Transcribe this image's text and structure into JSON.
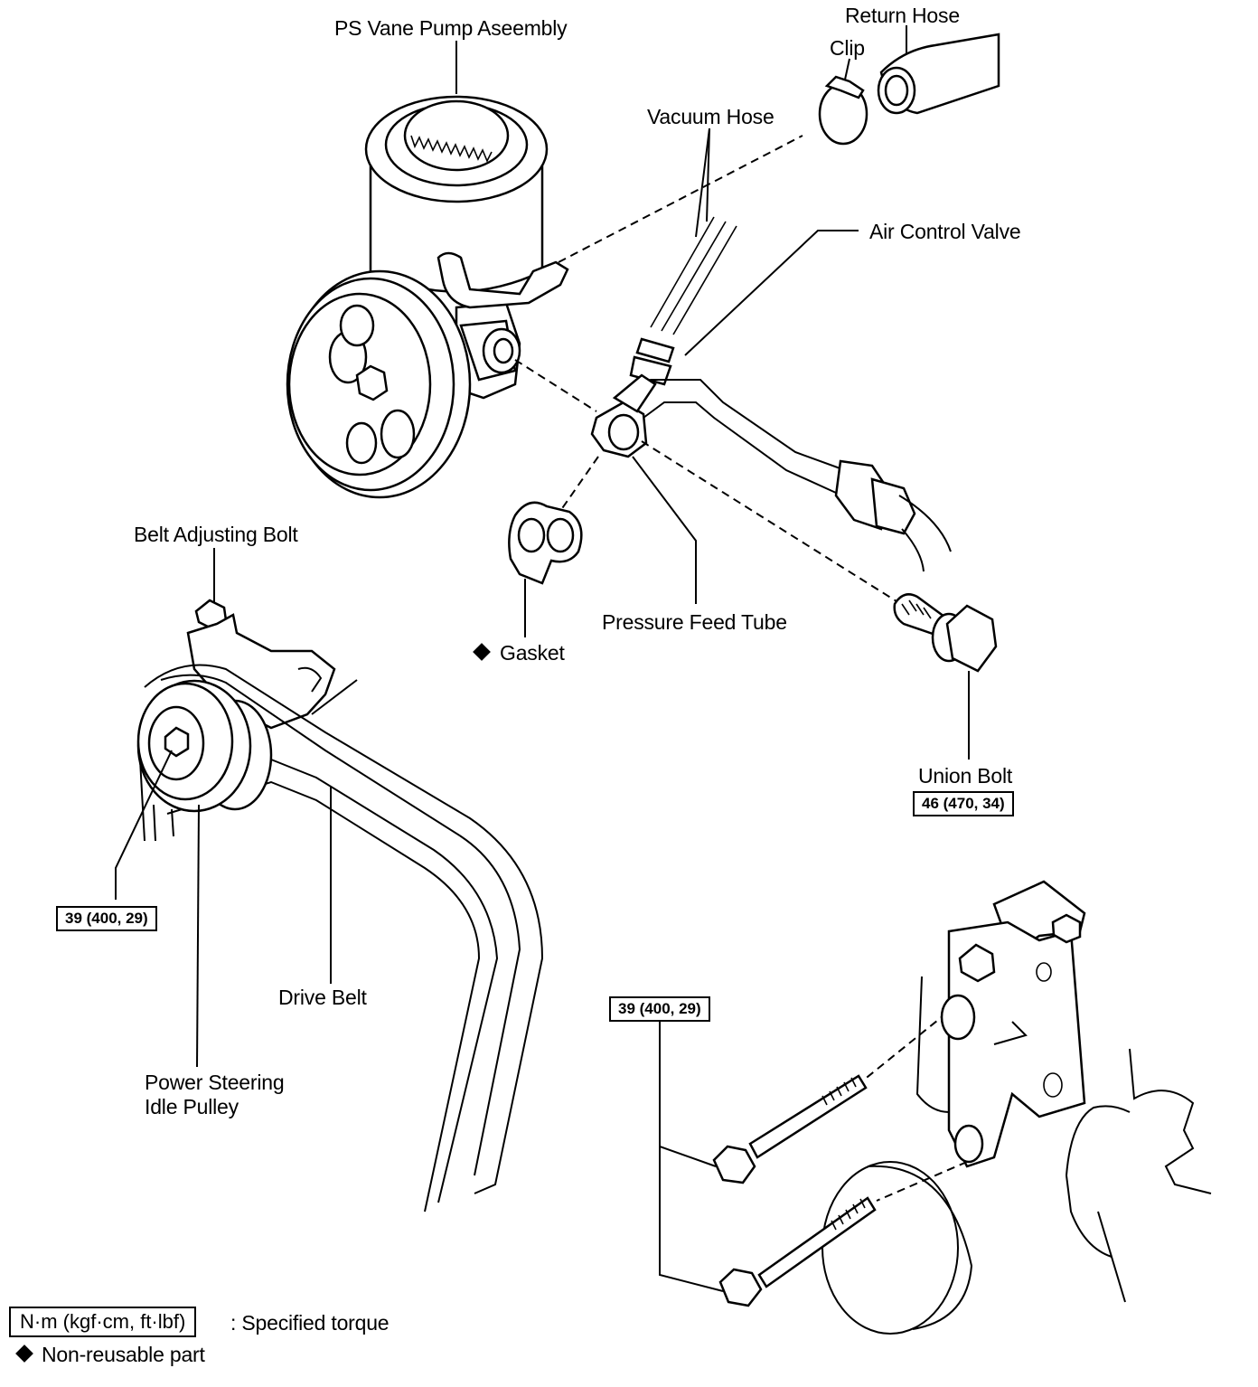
{
  "labels": {
    "ps_vane_pump": "PS Vane Pump Aseembly",
    "return_hose": "Return Hose",
    "clip": "Clip",
    "vacuum_hose": "Vacuum Hose",
    "air_control_valve": "Air Control Valve",
    "belt_adjusting_bolt": "Belt Adjusting Bolt",
    "gasket": "Gasket",
    "pressure_feed_tube": "Pressure Feed Tube",
    "union_bolt": "Union Bolt",
    "drive_belt": "Drive Belt",
    "power_steering_idle_pulley_line1": "Power Steering",
    "power_steering_idle_pulley_line2": "Idle Pulley"
  },
  "torques": {
    "union_bolt": "46 (470, 34)",
    "idle_pulley": "39 (400, 29)",
    "bracket_bolts": "39 (400, 29)"
  },
  "legend": {
    "torque_units": "N·m (kgf·cm, ft·lbf)",
    "torque_desc": ": Specified torque",
    "nonreusable": "Non-reusable part"
  }
}
